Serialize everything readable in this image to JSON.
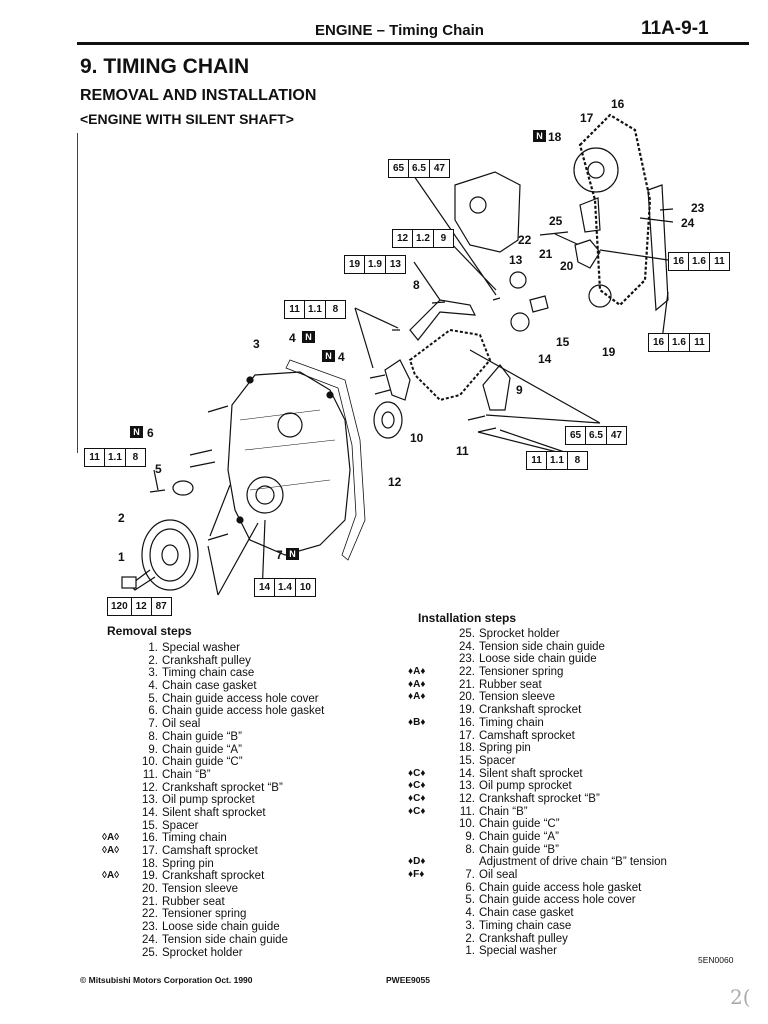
{
  "header": {
    "title": "ENGINE – Timing Chain",
    "page_number": "11A-9-1"
  },
  "section": {
    "title": "9. TIMING CHAIN",
    "subtitle": "REMOVAL AND INSTALLATION",
    "variant": "<ENGINE WITH SILENT SHAFT>"
  },
  "torque_boxes": [
    {
      "values": [
        "65",
        "6.5",
        "47"
      ]
    },
    {
      "values": [
        "12",
        "1.2",
        "9"
      ]
    },
    {
      "values": [
        "19",
        "1.9",
        "13"
      ]
    },
    {
      "values": [
        "11",
        "1.1",
        "8"
      ]
    },
    {
      "values": [
        "11",
        "1.1",
        "8"
      ]
    },
    {
      "values": [
        "14",
        "1.4",
        "10"
      ]
    },
    {
      "values": [
        "120",
        "12",
        "87"
      ]
    },
    {
      "values": [
        "16",
        "1.6",
        "11"
      ]
    },
    {
      "values": [
        "16",
        "1.6",
        "11"
      ]
    },
    {
      "values": [
        "65",
        "6.5",
        "47"
      ]
    },
    {
      "values": [
        "11",
        "1.1",
        "8"
      ]
    }
  ],
  "diagram_labels": [
    "1",
    "2",
    "3",
    "4",
    "5",
    "6",
    "7",
    "8",
    "9",
    "10",
    "11",
    "12",
    "13",
    "14",
    "15",
    "16",
    "17",
    "18",
    "19",
    "20",
    "21",
    "22",
    "23",
    "24",
    "25"
  ],
  "badge_text": "N",
  "removal": {
    "heading": "Removal steps",
    "steps": [
      {
        "no": "1.",
        "text": "Special washer",
        "mark": ""
      },
      {
        "no": "2.",
        "text": "Crankshaft pulley",
        "mark": ""
      },
      {
        "no": "3.",
        "text": "Timing chain case",
        "mark": ""
      },
      {
        "no": "4.",
        "text": "Chain case gasket",
        "mark": ""
      },
      {
        "no": "5.",
        "text": "Chain guide access hole cover",
        "mark": ""
      },
      {
        "no": "6.",
        "text": "Chain guide access hole gasket",
        "mark": ""
      },
      {
        "no": "7.",
        "text": "Oil seal",
        "mark": ""
      },
      {
        "no": "8.",
        "text": "Chain guide “B”",
        "mark": ""
      },
      {
        "no": "9.",
        "text": "Chain guide “A”",
        "mark": ""
      },
      {
        "no": "10.",
        "text": "Chain guide “C”",
        "mark": ""
      },
      {
        "no": "11.",
        "text": "Chain “B”",
        "mark": ""
      },
      {
        "no": "12.",
        "text": "Crankshaft sprocket “B”",
        "mark": ""
      },
      {
        "no": "13.",
        "text": "Oil pump sprocket",
        "mark": ""
      },
      {
        "no": "14.",
        "text": "Silent shaft sprocket",
        "mark": ""
      },
      {
        "no": "15.",
        "text": "Spacer",
        "mark": ""
      },
      {
        "no": "16.",
        "text": "Timing chain",
        "mark": "◊A◊"
      },
      {
        "no": "17.",
        "text": "Camshaft sprocket",
        "mark": "◊A◊"
      },
      {
        "no": "18.",
        "text": "Spring pin",
        "mark": ""
      },
      {
        "no": "19.",
        "text": "Crankshaft sprocket",
        "mark": "◊A◊"
      },
      {
        "no": "20.",
        "text": "Tension sleeve",
        "mark": ""
      },
      {
        "no": "21.",
        "text": "Rubber seat",
        "mark": ""
      },
      {
        "no": "22.",
        "text": "Tensioner spring",
        "mark": ""
      },
      {
        "no": "23.",
        "text": "Loose side chain guide",
        "mark": ""
      },
      {
        "no": "24.",
        "text": "Tension side chain guide",
        "mark": ""
      },
      {
        "no": "25.",
        "text": "Sprocket holder",
        "mark": ""
      }
    ]
  },
  "installation": {
    "heading": "Installation steps",
    "steps": [
      {
        "no": "25.",
        "text": "Sprocket holder",
        "mark": ""
      },
      {
        "no": "24.",
        "text": "Tension side chain guide",
        "mark": ""
      },
      {
        "no": "23.",
        "text": "Loose side chain guide",
        "mark": ""
      },
      {
        "no": "22.",
        "text": "Tensioner spring",
        "mark": "♦A♦"
      },
      {
        "no": "21.",
        "text": "Rubber seat",
        "mark": "♦A♦"
      },
      {
        "no": "20.",
        "text": "Tension sleeve",
        "mark": "♦A♦"
      },
      {
        "no": "19.",
        "text": "Crankshaft sprocket",
        "mark": ""
      },
      {
        "no": "16.",
        "text": "Timing chain",
        "mark": "♦B♦"
      },
      {
        "no": "17.",
        "text": "Camshaft sprocket",
        "mark": ""
      },
      {
        "no": "18.",
        "text": "Spring pin",
        "mark": ""
      },
      {
        "no": "15.",
        "text": "Spacer",
        "mark": ""
      },
      {
        "no": "14.",
        "text": "Silent shaft sprocket",
        "mark": "♦C♦"
      },
      {
        "no": "13.",
        "text": "Oil pump sprocket",
        "mark": "♦C♦"
      },
      {
        "no": "12.",
        "text": "Crankshaft sprocket “B”",
        "mark": "♦C♦"
      },
      {
        "no": "11.",
        "text": "Chain “B”",
        "mark": "♦C♦"
      },
      {
        "no": "10.",
        "text": "Chain guide “C”",
        "mark": ""
      },
      {
        "no": "9.",
        "text": "Chain guide “A”",
        "mark": ""
      },
      {
        "no": "8.",
        "text": "Chain guide “B”",
        "mark": ""
      },
      {
        "no": "",
        "text": "Adjustment of drive chain “B” tension",
        "mark": "♦D♦"
      },
      {
        "no": "7.",
        "text": "Oil seal",
        "mark": "♦F♦"
      },
      {
        "no": "6.",
        "text": "Chain guide access hole gasket",
        "mark": ""
      },
      {
        "no": "5.",
        "text": "Chain guide access hole cover",
        "mark": ""
      },
      {
        "no": "4.",
        "text": "Chain case gasket",
        "mark": ""
      },
      {
        "no": "3.",
        "text": "Timing chain case",
        "mark": ""
      },
      {
        "no": "2.",
        "text": "Crankshaft pulley",
        "mark": ""
      },
      {
        "no": "1.",
        "text": "Special washer",
        "mark": ""
      }
    ]
  },
  "figure_code": "5EN0060",
  "footer": {
    "copyright": "© Mitsubishi Motors Corporation  Oct. 1990",
    "doc_code": "PWEE9055"
  },
  "margin_note": "2("
}
